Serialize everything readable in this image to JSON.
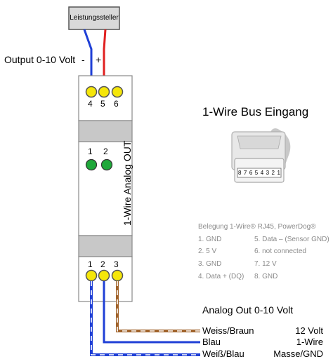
{
  "top_box": {
    "label": "Leistungssteller"
  },
  "output": {
    "label": "Output 0-10 Volt",
    "minus": "-",
    "plus": "+"
  },
  "module": {
    "label": "1-Wire Analog OUT",
    "top_terminals": [
      "4",
      "5",
      "6"
    ],
    "leds": [
      "1",
      "2"
    ],
    "bottom_terminals": [
      "1",
      "2",
      "3"
    ]
  },
  "rj45": {
    "title": "1-Wire Bus Eingang",
    "pin_numbers": [
      "8",
      "7",
      "6",
      "5",
      "4",
      "3",
      "2",
      "1"
    ]
  },
  "pinout": {
    "title": "Belegung 1-Wire® RJ45, PowerDog®",
    "left": [
      "1.  GND",
      "2.  5 V",
      "3.  GND",
      "4.  Data + (DQ)"
    ],
    "right": [
      "5.  Data – (Sensor GND)",
      "6.  not connected",
      "7.  12 V",
      "8.  GND"
    ]
  },
  "analog_out": {
    "title": "Analog Out 0-10 Volt"
  },
  "wires": [
    {
      "name": "Weiss/Braun",
      "function": "12 Volt"
    },
    {
      "name": "Blau",
      "function": "1-Wire"
    },
    {
      "name": "Weiß/Blau",
      "function": "Masse/GND"
    }
  ],
  "colors": {
    "wire_blue": "#1f3fd6",
    "wire_red": "#e02020",
    "wire_brown": "#a0622a",
    "terminal_yellow": "#f5e60a",
    "led_green": "#1fa83a",
    "module_gray": "#c8c8c8",
    "module_white": "#ffffff",
    "pinout_text": "#8a8a8a"
  }
}
